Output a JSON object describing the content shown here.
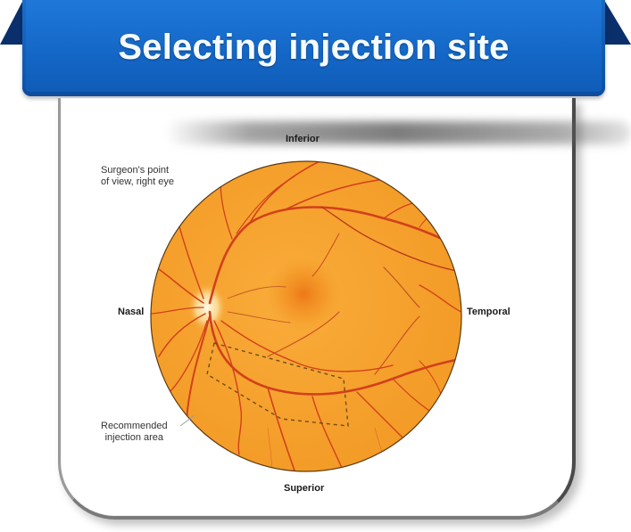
{
  "banner": {
    "title": "Selecting injection site",
    "color": "#1467c7",
    "fold_color": "#0b2f6b"
  },
  "diagram": {
    "subject": "Fundus of the right eye (retina)",
    "caption_lines": [
      "Surgeon's point",
      "of view, right eye"
    ],
    "orientation_labels": {
      "top": "Inferior",
      "bottom": "Superior",
      "left": "Nasal",
      "right": "Temporal"
    },
    "callout_lines": [
      "Recommended",
      "injection area"
    ],
    "colors": {
      "retina": "#f7a531",
      "vessels": "#d23a17",
      "optic_disc": "#fff3c9",
      "macula": "#ee7e17",
      "dashed_region": "#7a5a1a"
    }
  }
}
